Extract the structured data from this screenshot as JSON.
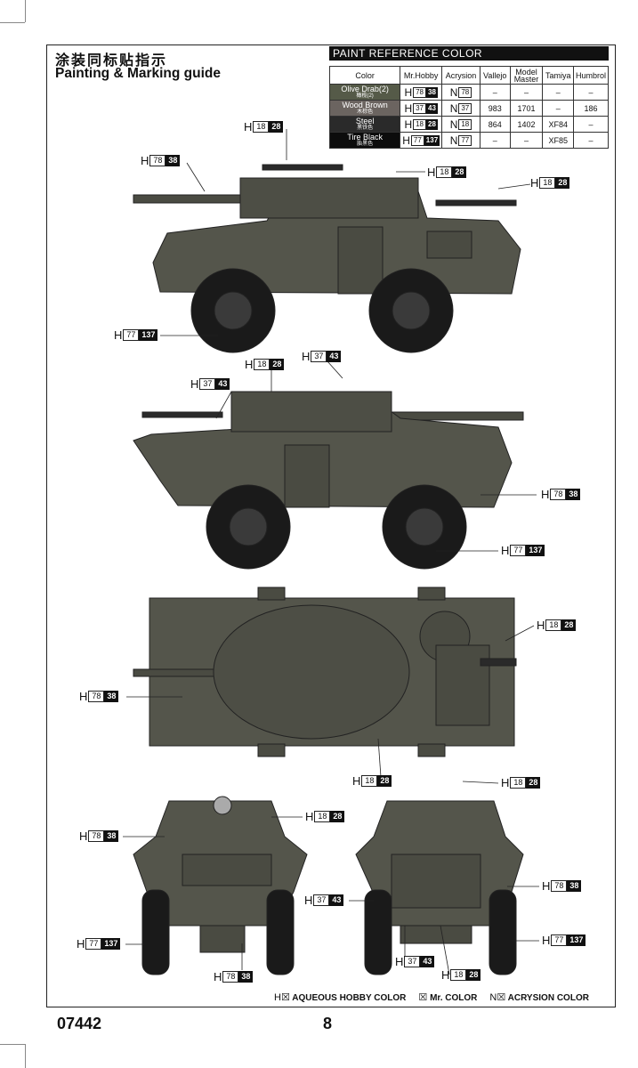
{
  "title_cn": "涂装同标贴指示",
  "title_en": "Painting & Marking guide",
  "paint_ref": {
    "heading": "PAINT REFERENCE COLOR",
    "columns": [
      "Color",
      "Mr.Hobby",
      "Acrysion",
      "Vallejo",
      "Model Master",
      "Tamiya",
      "Humbrol"
    ],
    "rows": [
      {
        "name": "Olive Drab(2)",
        "name_cn": "橄榄(2)",
        "h1": "78",
        "h2": "38",
        "n": "78",
        "vallejo": "–",
        "mm": "–",
        "tamiya": "–",
        "humbrol": "–"
      },
      {
        "name": "Wood Brown",
        "name_cn": "木棕色",
        "h1": "37",
        "h2": "43",
        "n": "37",
        "vallejo": "983",
        "mm": "1701",
        "tamiya": "–",
        "humbrol": "186"
      },
      {
        "name": "Steel",
        "name_cn": "黑铁色",
        "h1": "18",
        "h2": "28",
        "n": "18",
        "vallejo": "864",
        "mm": "1402",
        "tamiya": "XF84",
        "humbrol": "–"
      },
      {
        "name": "Tire Black",
        "name_cn": "胎黑色",
        "h1": "77",
        "h2": "137",
        "n": "77",
        "vallejo": "–",
        "mm": "–",
        "tamiya": "XF85",
        "humbrol": "–"
      }
    ]
  },
  "letter_h": "H",
  "letter_n": "N",
  "callouts": [
    {
      "a": "18",
      "b": "28"
    },
    {
      "a": "78",
      "b": "38"
    },
    {
      "a": "18",
      "b": "28"
    },
    {
      "a": "18",
      "b": "28"
    },
    {
      "a": "77",
      "b": "137"
    },
    {
      "a": "18",
      "b": "28"
    },
    {
      "a": "37",
      "b": "43"
    },
    {
      "a": "37",
      "b": "43"
    },
    {
      "a": "78",
      "b": "38"
    },
    {
      "a": "77",
      "b": "137"
    },
    {
      "a": "18",
      "b": "28"
    },
    {
      "a": "78",
      "b": "38"
    },
    {
      "a": "18",
      "b": "28"
    },
    {
      "a": "18",
      "b": "28"
    },
    {
      "a": "78",
      "b": "38"
    },
    {
      "a": "77",
      "b": "137"
    },
    {
      "a": "78",
      "b": "38"
    },
    {
      "a": "18",
      "b": "28"
    },
    {
      "a": "37",
      "b": "43"
    },
    {
      "a": "78",
      "b": "38"
    },
    {
      "a": "77",
      "b": "137"
    },
    {
      "a": "37",
      "b": "43"
    },
    {
      "a": "18",
      "b": "28"
    }
  ],
  "legend": {
    "aqueous": "AQUEOUS HOBBY COLOR",
    "mr": "Mr. COLOR",
    "acrysion": "ACRYSION COLOR"
  },
  "part_number": "07442",
  "page_number": "8",
  "colors": {
    "vehicle": "#54554b",
    "vehicle_dark": "#3a3b34",
    "tire": "#1a1a1a"
  }
}
